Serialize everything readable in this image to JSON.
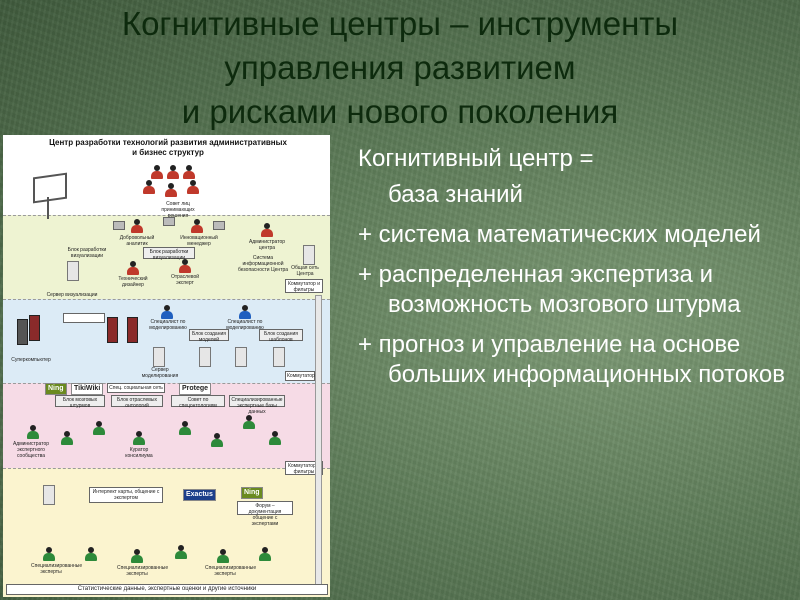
{
  "title": {
    "line1": "Когнитивные центры – инструменты",
    "line2": "управления развитием",
    "line3": "и рисками нового поколения"
  },
  "diagram": {
    "title_line1": "Центр разработки технологий развития административных",
    "title_line2": "и бизнес структур",
    "labels": {
      "council": "Совет лиц принимающих решения",
      "dev_unit": "Блок разработки визуализации",
      "analyst": "Добровольный аналитик",
      "manager": "Инновационный менеджер",
      "tech_designer": "Технический дизайнер",
      "branch_expert": "Отраслевой эксперт",
      "admin_center": "Администратор центра",
      "security_system": "Система информационной безопасности Центра",
      "common_net": "Общая сеть Центра",
      "viz_server": "Сервер визуализации",
      "switch_filters": "Коммутатор и фильтры",
      "supercomputer": "Суперкомпьютер",
      "specialist_modeling_1": "Специалист по моделированию",
      "specialist_modeling_2": "Специалист по моделированию",
      "model_block": "Блок создания моделей",
      "template_block": "Блок создания шаблонов",
      "model_server": "Сервер моделирования",
      "tikiwiki": "TikiWiki",
      "protege": "Protege",
      "ning": "Ning",
      "spec_social_net": "Спец. социальная сеть",
      "branch_ontology_block": "Блок отраслевых онтологий",
      "expert_ontologies": "Совет по спецонтологиям",
      "experts_block": "Блок мозговых штурмов",
      "special_db": "Специализированные экспертные базы данных",
      "switch": "Коммутатор",
      "admin_expert_community": "Администратор экспертного сообщества",
      "curator": "Куратор консилиума",
      "interlink": "Интерлект карты, общение с экспертом",
      "exactus": "Exactus",
      "forum": "Форум – документация общение с экспертами",
      "specialists": "Специализированные эксперты",
      "footer": "Статистические данные, экспертные оценки и другие источники"
    }
  },
  "bullets": [
    {
      "text": "Когнитивный центр =",
      "indent": false
    },
    {
      "text": "база знаний",
      "indent": true
    },
    {
      "text": "+ система математических моделей",
      "indent": false
    },
    {
      "text": "+ распределенная экспертиза и возможность мозгового штурма",
      "indent": false
    },
    {
      "text": "+ прогноз и управление на основе больших информационных потоков",
      "indent": false
    }
  ],
  "colors": {
    "background": "#5d7b58",
    "title_text": "#0d2a0d",
    "body_text": "#ffffff"
  }
}
